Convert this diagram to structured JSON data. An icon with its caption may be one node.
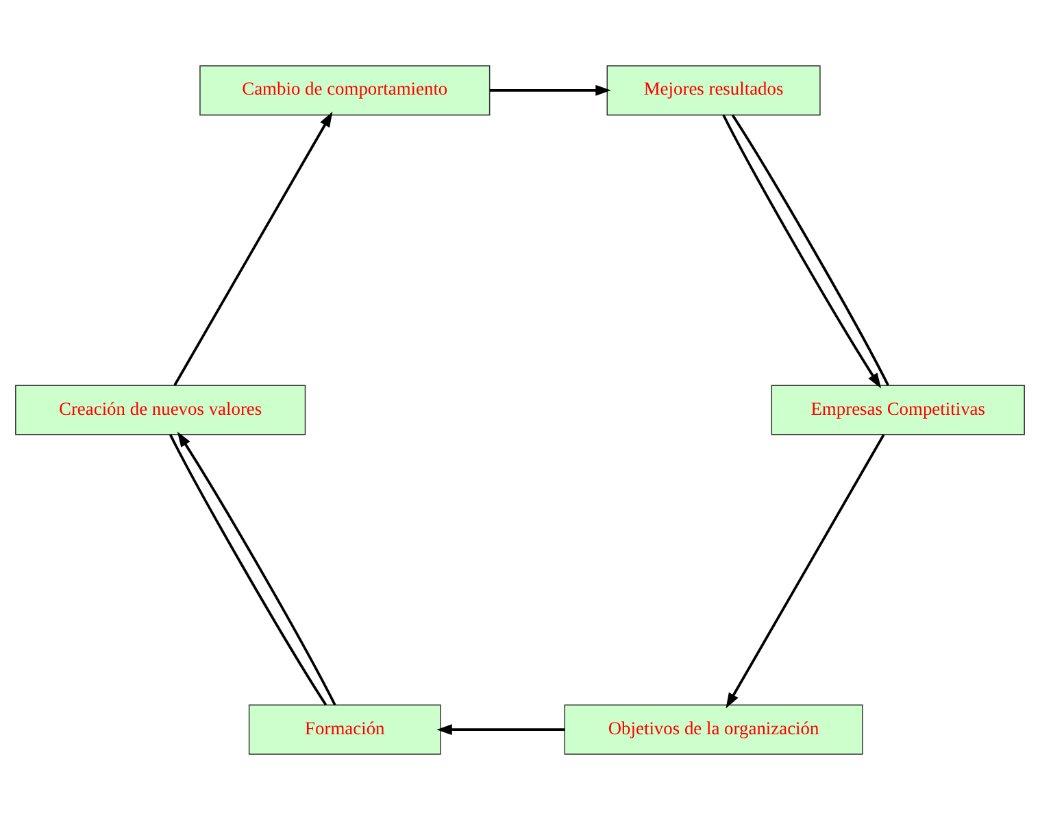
{
  "diagram": {
    "nodes": [
      {
        "text": [
          "Objetivos de la organización"
        ]
      },
      {
        "text": [
          "Formación"
        ]
      },
      {
        "text": [
          "Creación de nuevos valores"
        ]
      },
      {
        "text": [
          "Cambio de comportamiento"
        ]
      },
      {
        "text": [
          "Mejores resultados"
        ]
      },
      {
        "text": [
          "Empresas Competitivas"
        ]
      }
    ],
    "edges": [
      {
        "from": 0,
        "to": 1,
        "arrow": "to"
      },
      {
        "from": 1,
        "to": 2,
        "arrow": "none"
      },
      {
        "from": 1,
        "to": 2,
        "arrow": "to"
      },
      {
        "from": 2,
        "to": 3,
        "arrow": "to"
      },
      {
        "from": 3,
        "to": 4,
        "arrow": "to"
      },
      {
        "from": 4,
        "to": 5,
        "arrow": "none"
      },
      {
        "from": 4,
        "to": 5,
        "arrow": "to"
      },
      {
        "from": 5,
        "to": 0,
        "arrow": "to"
      }
    ]
  }
}
